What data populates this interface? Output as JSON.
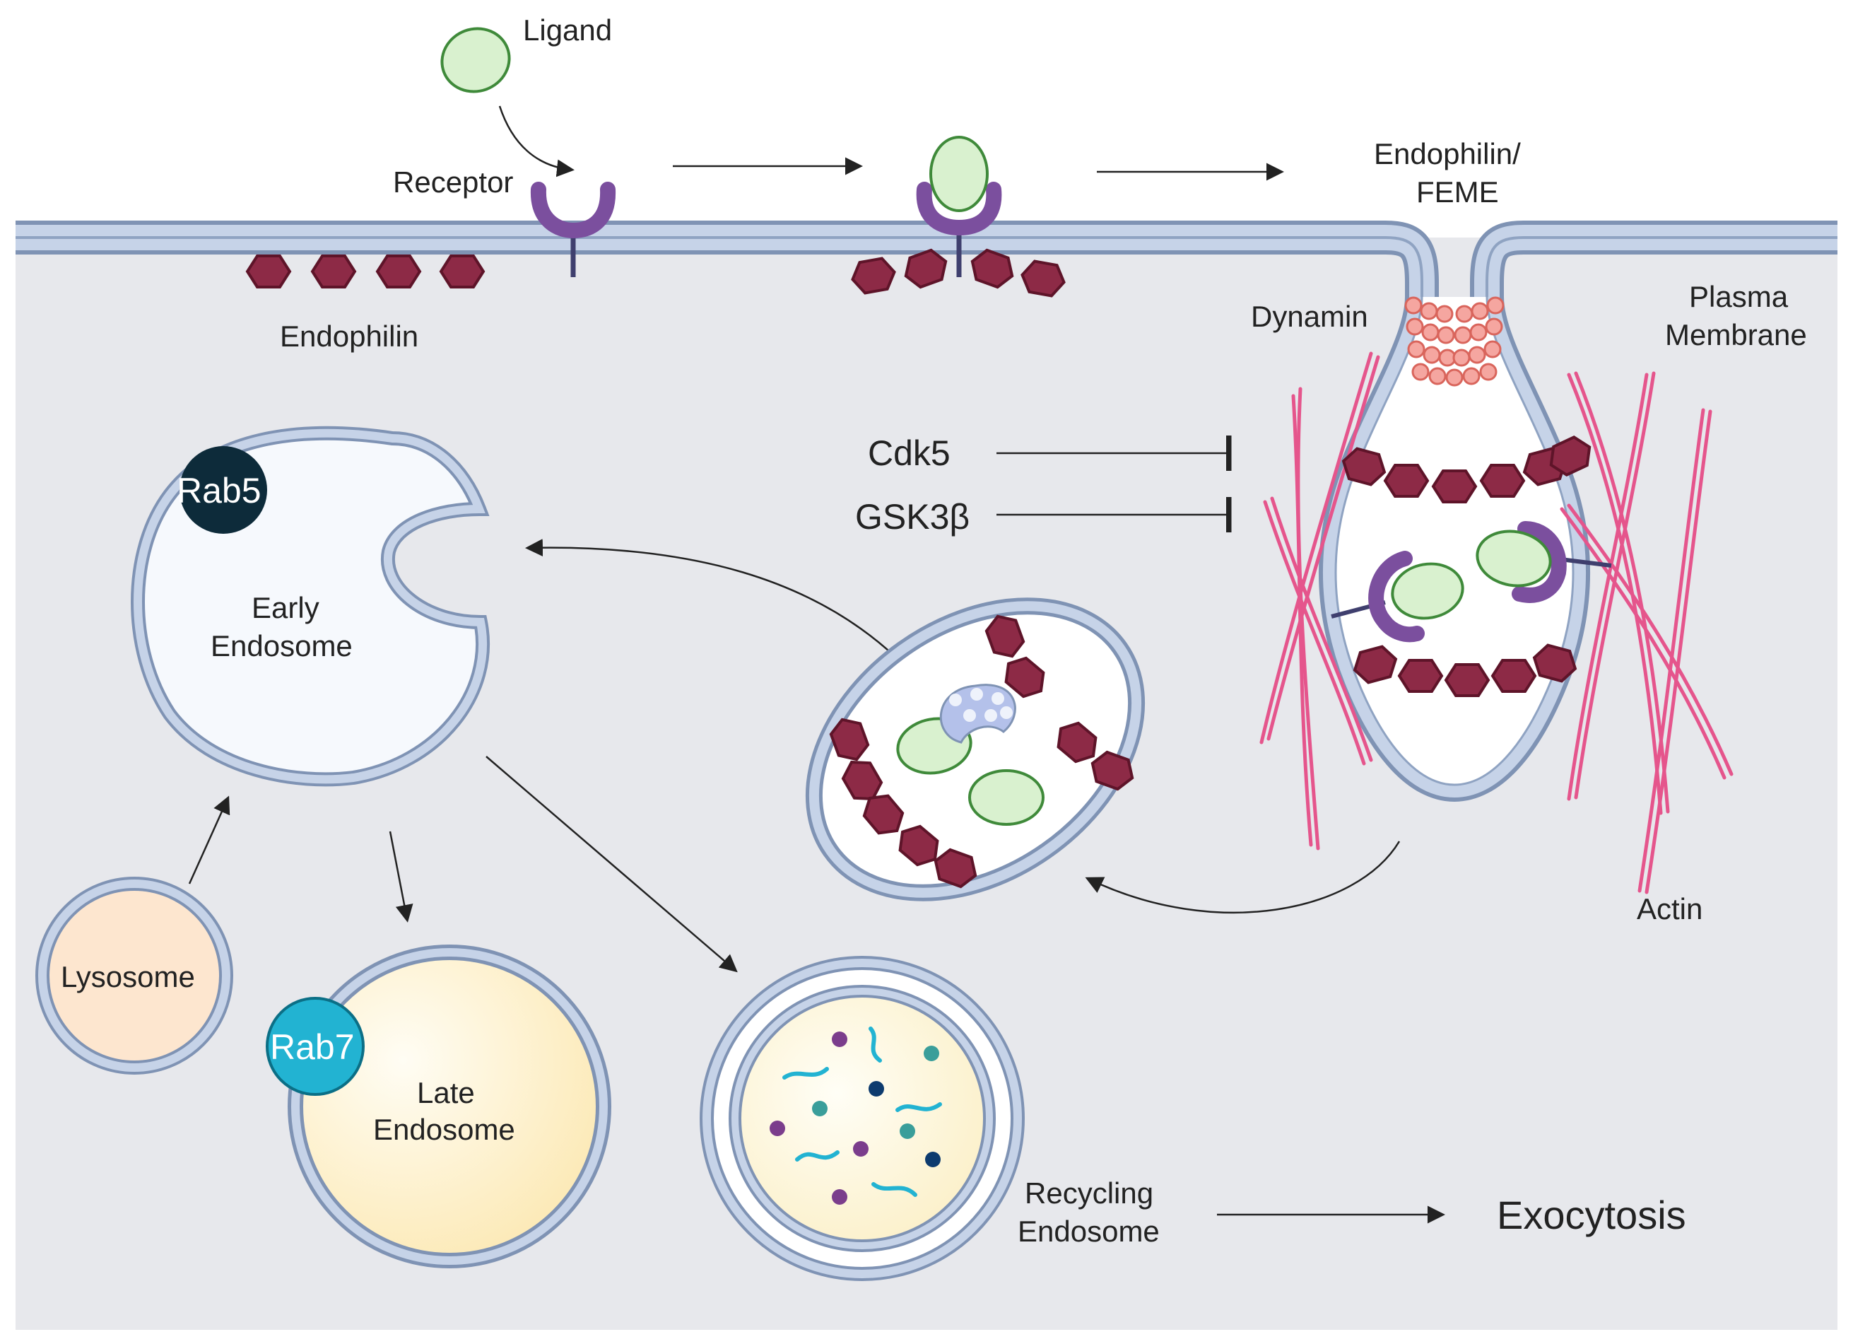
{
  "labels": {
    "ligand": "Ligand",
    "receptor": "Receptor",
    "endophilin": "Endophilin",
    "endophilin_feme_line1": "Endophilin/",
    "endophilin_feme_line2": "FEME",
    "dynamin": "Dynamin",
    "plasma_membrane_line1": "Plasma",
    "plasma_membrane_line2": "Membrane",
    "cdk5": "Cdk5",
    "gsk3b": "GSK3β",
    "rab5": "Rab5",
    "early_endosome_line1": "Early",
    "early_endosome_line2": "Endosome",
    "lysosome": "Lysosome",
    "rab7": "Rab7",
    "late_endosome_line1": "Late",
    "late_endosome_line2": "Endosome",
    "recycling_endosome_line1": "Recycling",
    "recycling_endosome_line2": "Endosome",
    "exocytosis": "Exocytosis",
    "actin": "Actin"
  },
  "colors": {
    "cytoplasm": "#e7e8ec",
    "membrane": "#a9bbd6",
    "membrane_line": "#7f93b4",
    "endophilin": "#8d2a46",
    "endophilin_stroke": "#5e1429",
    "ligand": "#d9f1cf",
    "ligand_stroke": "#3f8a3a",
    "receptor": "#7b4f9e",
    "receptor_stem": "#3f3f6e",
    "dynamin": "#f5a6a0",
    "actin": "#e5558c",
    "rab5": "#0d2b3a",
    "rab7": "#22b3d2",
    "lysosome": "#fde6cf",
    "late_endosome": "#fdf0c8",
    "cargo_blue": "#b4c1ea"
  }
}
